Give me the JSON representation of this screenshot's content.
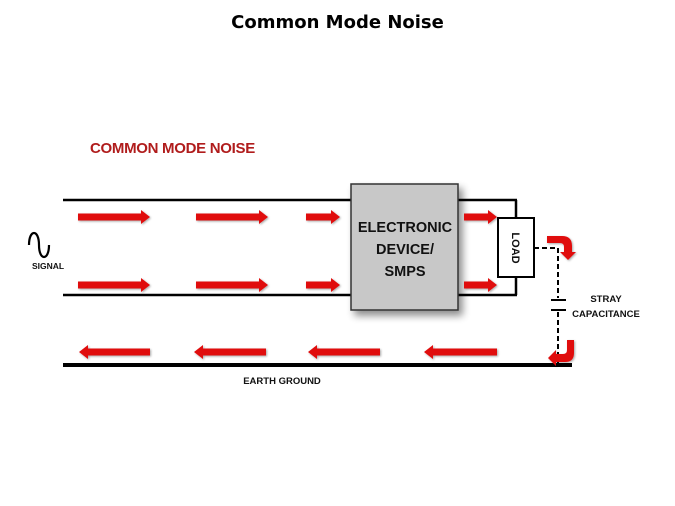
{
  "title": "Common Mode Noise",
  "diagram": {
    "heading": "COMMON MODE NOISE",
    "source": {
      "label": "SIGNAL",
      "icon": "sine-wave-icon"
    },
    "device": {
      "lines": [
        "ELECTRONIC",
        "DEVICE/",
        "SMPS"
      ]
    },
    "load": {
      "label": "LOAD"
    },
    "stray": {
      "lines": [
        "STRAY",
        "CAPACITANCE"
      ]
    },
    "ground": {
      "label": "EARTH GROUND"
    },
    "colors": {
      "arrow": "#e01010",
      "heading": "#b01c1c",
      "device_fill": "#c8c8c8",
      "wire": "#000000"
    }
  }
}
